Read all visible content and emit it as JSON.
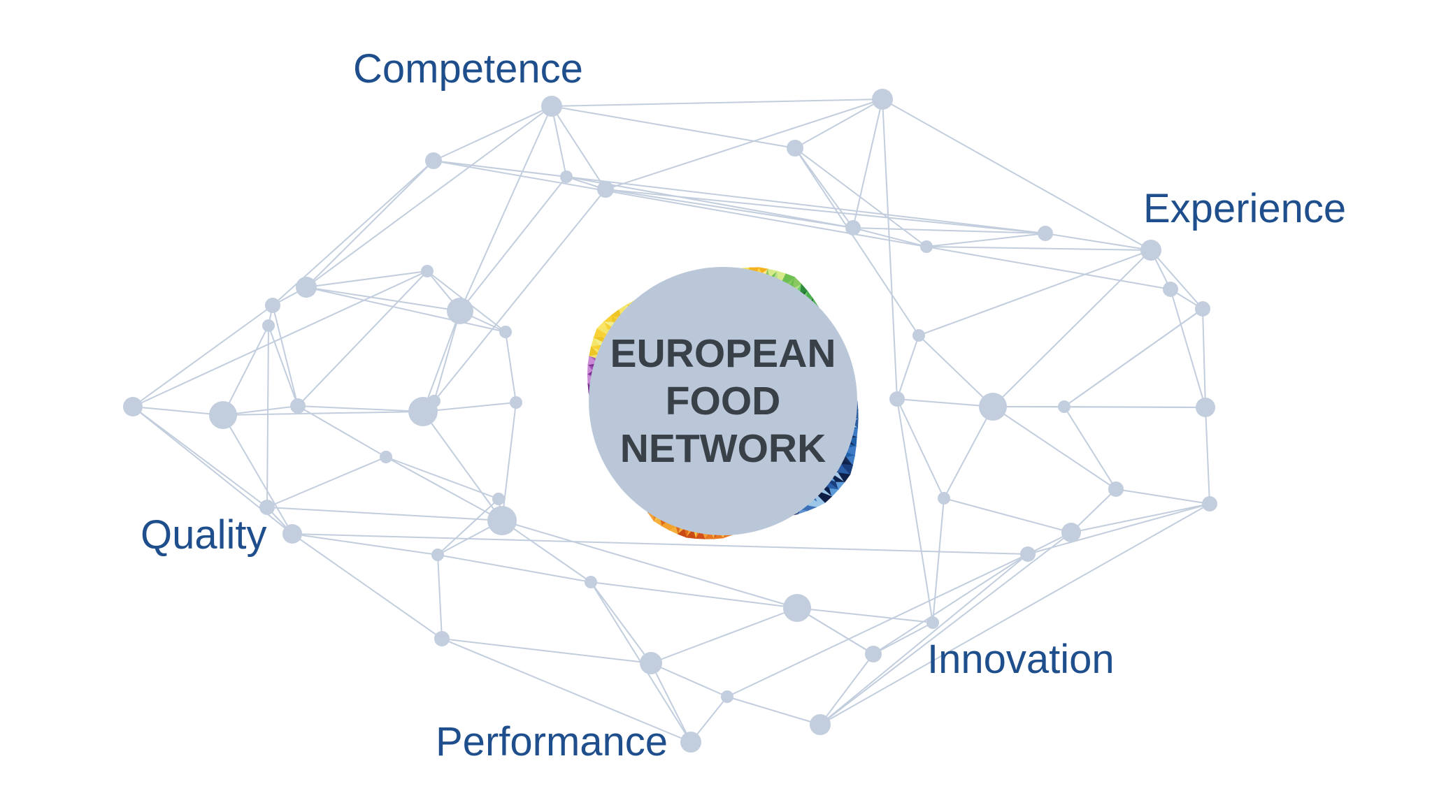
{
  "center": {
    "lines": [
      "EUROPEAN",
      "FOOD",
      "NETWORK"
    ]
  },
  "keywords": {
    "competence": "Competence",
    "experience": "Experience",
    "quality": "Quality",
    "innovation": "Innovation",
    "performance": "Performance"
  },
  "colors": {
    "text_blue": "#1f4e8c",
    "network": "#c2cddd",
    "center_fill": "#bac7d9",
    "center_text": "#3a4048",
    "ring_yellow": "#f5d020",
    "ring_green": "#4caf50",
    "ring_blue": "#1f5fa8",
    "ring_orange": "#e87722",
    "ring_purple": "#8e3fa0"
  }
}
